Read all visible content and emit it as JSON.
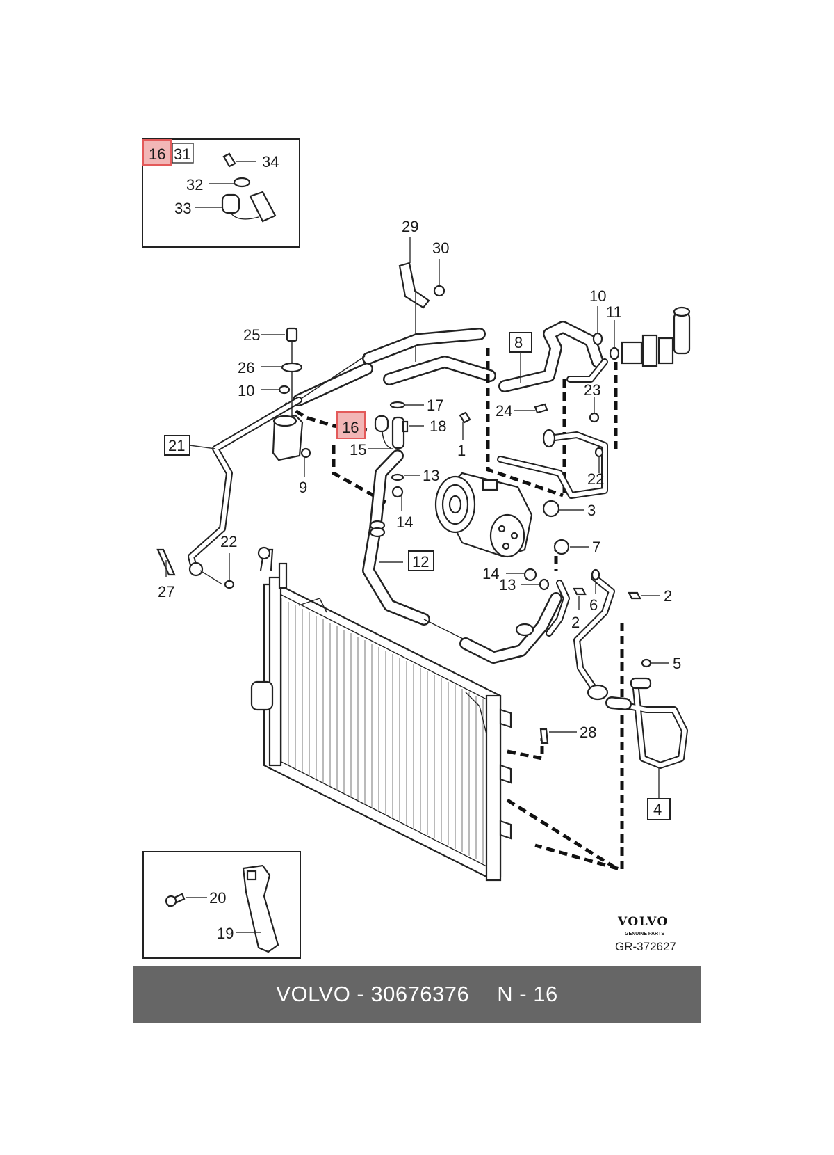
{
  "footer": {
    "brand_part": "VOLVO - 30676376",
    "reference": "N - 16"
  },
  "logo": {
    "brand": "VOLVO",
    "tagline": "GENUINE PARTS"
  },
  "diagram_code": "GR-372627",
  "colors": {
    "highlight_fill": "#f2b6b6",
    "highlight_stroke": "#e35a5a",
    "footer_bg": "#666666"
  },
  "callouts": {
    "c1": "1",
    "c2a": "2",
    "c2b": "2",
    "c3": "3",
    "c4": "4",
    "c5": "5",
    "c6": "6",
    "c7": "7",
    "c8": "8",
    "c9": "9",
    "c10a": "10",
    "c10b": "10",
    "c11": "11",
    "c12": "12",
    "c13a": "13",
    "c13b": "13",
    "c14a": "14",
    "c14b": "14",
    "c15": "15",
    "c16a": "16",
    "c16b": "16",
    "c17": "17",
    "c18": "18",
    "c19": "19",
    "c20": "20",
    "c21": "21",
    "c22a": "22",
    "c22b": "22",
    "c23": "23",
    "c24": "24",
    "c25": "25",
    "c26": "26",
    "c27": "27",
    "c28": "28",
    "c29": "29",
    "c30": "30",
    "c31": "31",
    "c32": "32",
    "c33": "33",
    "c34": "34"
  }
}
